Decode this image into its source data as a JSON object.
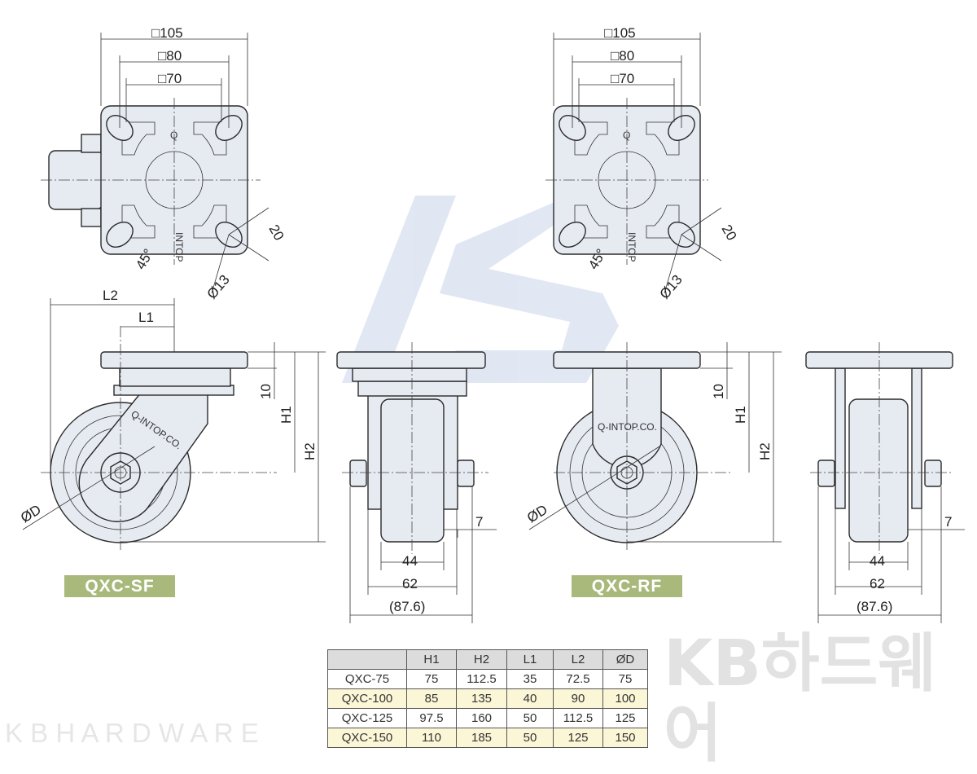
{
  "top_views": {
    "dim_outer": "□105",
    "dim_mid": "□80",
    "dim_inner": "□70",
    "angle": "45°",
    "slot": "20",
    "hole": "Ø13",
    "plate_mark": "INTOP",
    "plate_q": "Q"
  },
  "side_views": {
    "L2": "L2",
    "L1": "L1",
    "thick": "10",
    "H1": "H1",
    "H2": "H2",
    "D": "ØD",
    "brand": "Q-INTOP.CO."
  },
  "front_views": {
    "offset": "7",
    "w44": "44",
    "w62": "62",
    "w876": "(87.6)"
  },
  "labels": {
    "sf": "QXC-SF",
    "rf": "QXC-RF"
  },
  "watermark": {
    "logo": "KB",
    "korean": "KB하드웨어",
    "english": "K B H A R D W A R E"
  },
  "table": {
    "headers": [
      "",
      "H1",
      "H2",
      "L1",
      "L2",
      "ØD"
    ],
    "rows": [
      [
        "QXC-75",
        "75",
        "112.5",
        "35",
        "72.5",
        "75"
      ],
      [
        "QXC-100",
        "85",
        "135",
        "40",
        "90",
        "100"
      ],
      [
        "QXC-125",
        "97.5",
        "160",
        "50",
        "112.5",
        "125"
      ],
      [
        "QXC-150",
        "110",
        "185",
        "50",
        "125",
        "150"
      ]
    ]
  },
  "colors": {
    "part": "#e6eaf1",
    "label": "#a9b97c",
    "row_alt": "#fbf6d6"
  }
}
